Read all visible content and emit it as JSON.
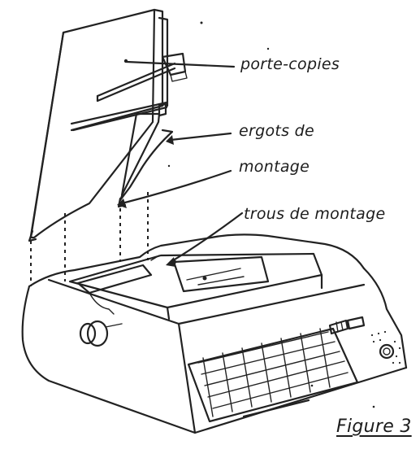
{
  "labels": {
    "copy_holder": "porte-copies",
    "mounting_lugs_line1": "ergots de",
    "mounting_lugs_line2": "montage",
    "mounting_holes": "trous de montage",
    "figure_caption": "Figure 3"
  },
  "colors": {
    "ink": "#222222",
    "paper": "#ffffff"
  }
}
